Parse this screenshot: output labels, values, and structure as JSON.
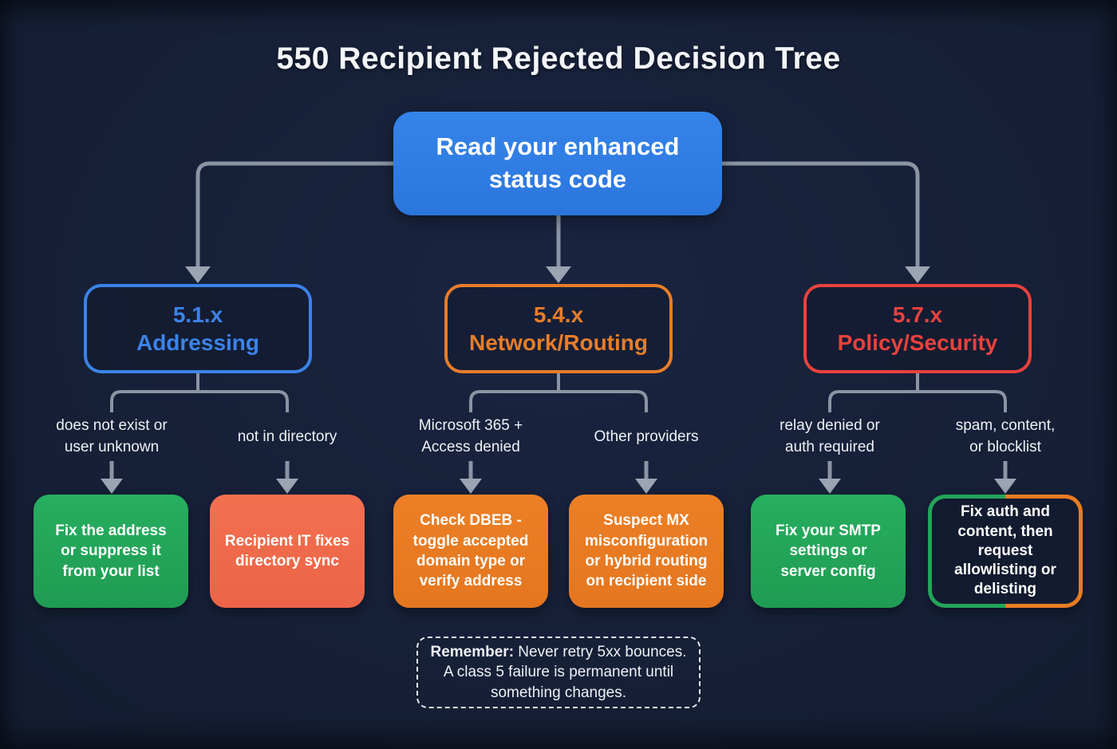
{
  "title": "550 Recipient Rejected Decision Tree",
  "root": {
    "label": "Read your enhanced\nstatus code",
    "color": "#2e7ce2"
  },
  "branches": [
    {
      "code": "5.1.x",
      "name": "Addressing",
      "color": "#3b83e8",
      "children": [
        {
          "condition": "does not exist or\nuser unknown",
          "action": "Fix the address\nor suppress it\nfrom your list",
          "action_color": "#23a55a",
          "action_style": "filled"
        },
        {
          "condition": "not in directory",
          "action": "Recipient IT fixes\ndirectory sync",
          "action_color": "#f06a4c",
          "action_style": "filled"
        }
      ]
    },
    {
      "code": "5.4.x",
      "name": "Network/Routing",
      "color": "#e87d28",
      "children": [
        {
          "condition": "Microsoft 365 +\nAccess denied",
          "action": "Check DBEB -\ntoggle accepted\ndomain type or\nverify address",
          "action_color": "#e87c22",
          "action_style": "filled"
        },
        {
          "condition": "Other providers",
          "action": "Suspect MX\nmisconfiguration\nor hybrid routing\non recipient side",
          "action_color": "#e87c22",
          "action_style": "filled"
        }
      ]
    },
    {
      "code": "5.7.x",
      "name": "Policy/Security",
      "color": "#e8423c",
      "children": [
        {
          "condition": "relay denied or\nauth required",
          "action": "Fix your SMTP\nsettings or\nserver config",
          "action_color": "#23a55a",
          "action_style": "filled"
        },
        {
          "condition": "spam, content,\nor blocklist",
          "action": "Fix auth and\ncontent, then\nrequest\nallowlisting or\ndelisting",
          "action_color": "#23a55a",
          "action_color2": "#e87c22",
          "action_style": "outline-split"
        }
      ]
    }
  ],
  "note": {
    "label": "Remember:",
    "text": " Never retry 5xx bounces. A class 5 failure is permanent until something changes."
  },
  "palette": {
    "background": "#141d32",
    "connector": "#8a94a3",
    "arrowhead": "#9aa4b2",
    "title_text": "#f3f5f8",
    "leaf_text": "#ffffff"
  }
}
